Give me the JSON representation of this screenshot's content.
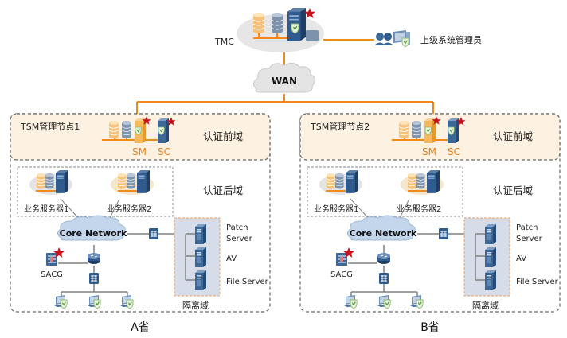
{
  "diagram": {
    "title_nodes": {
      "tmc": "TMC",
      "wan": "WAN",
      "upper_admin": "上级系统管理员"
    },
    "provinces": [
      {
        "id": "A",
        "name": "A省",
        "tsm_node": "TSM管理节点1",
        "sm": "SM",
        "sc": "SC",
        "pre_auth_zone": "认证前域",
        "post_auth_zone": "认证后域",
        "service_server_1": "业务服务器1",
        "service_server_2": "业务服务器2",
        "core_network": "Core Network",
        "sacg": "SACG",
        "isolation_zone": "隔离域",
        "patch_server": [
          "Patch",
          "Server"
        ],
        "av": "AV",
        "file_server": "File Server"
      },
      {
        "id": "B",
        "name": "B省",
        "tsm_node": "TSM管理节点2",
        "sm": "SM",
        "sc": "SC",
        "pre_auth_zone": "认证前域",
        "post_auth_zone": "认证后域",
        "service_server_1": "业务服务器1",
        "service_server_2": "业务服务器2",
        "core_network": "Core Network",
        "sacg": "SACG",
        "isolation_zone": "隔离域",
        "patch_server": [
          "Patch",
          "Server"
        ],
        "av": "AV",
        "file_server": "File Server"
      }
    ],
    "colors": {
      "link_orange": "#f08a1c",
      "link_gray": "#808080",
      "pre_auth_bg": "#fdf1e1",
      "isolation_bg": "#d6dde8",
      "isolation_border": "#f0a060",
      "star_red": "#c8101a",
      "server_blue": "#2f5b8e"
    }
  }
}
